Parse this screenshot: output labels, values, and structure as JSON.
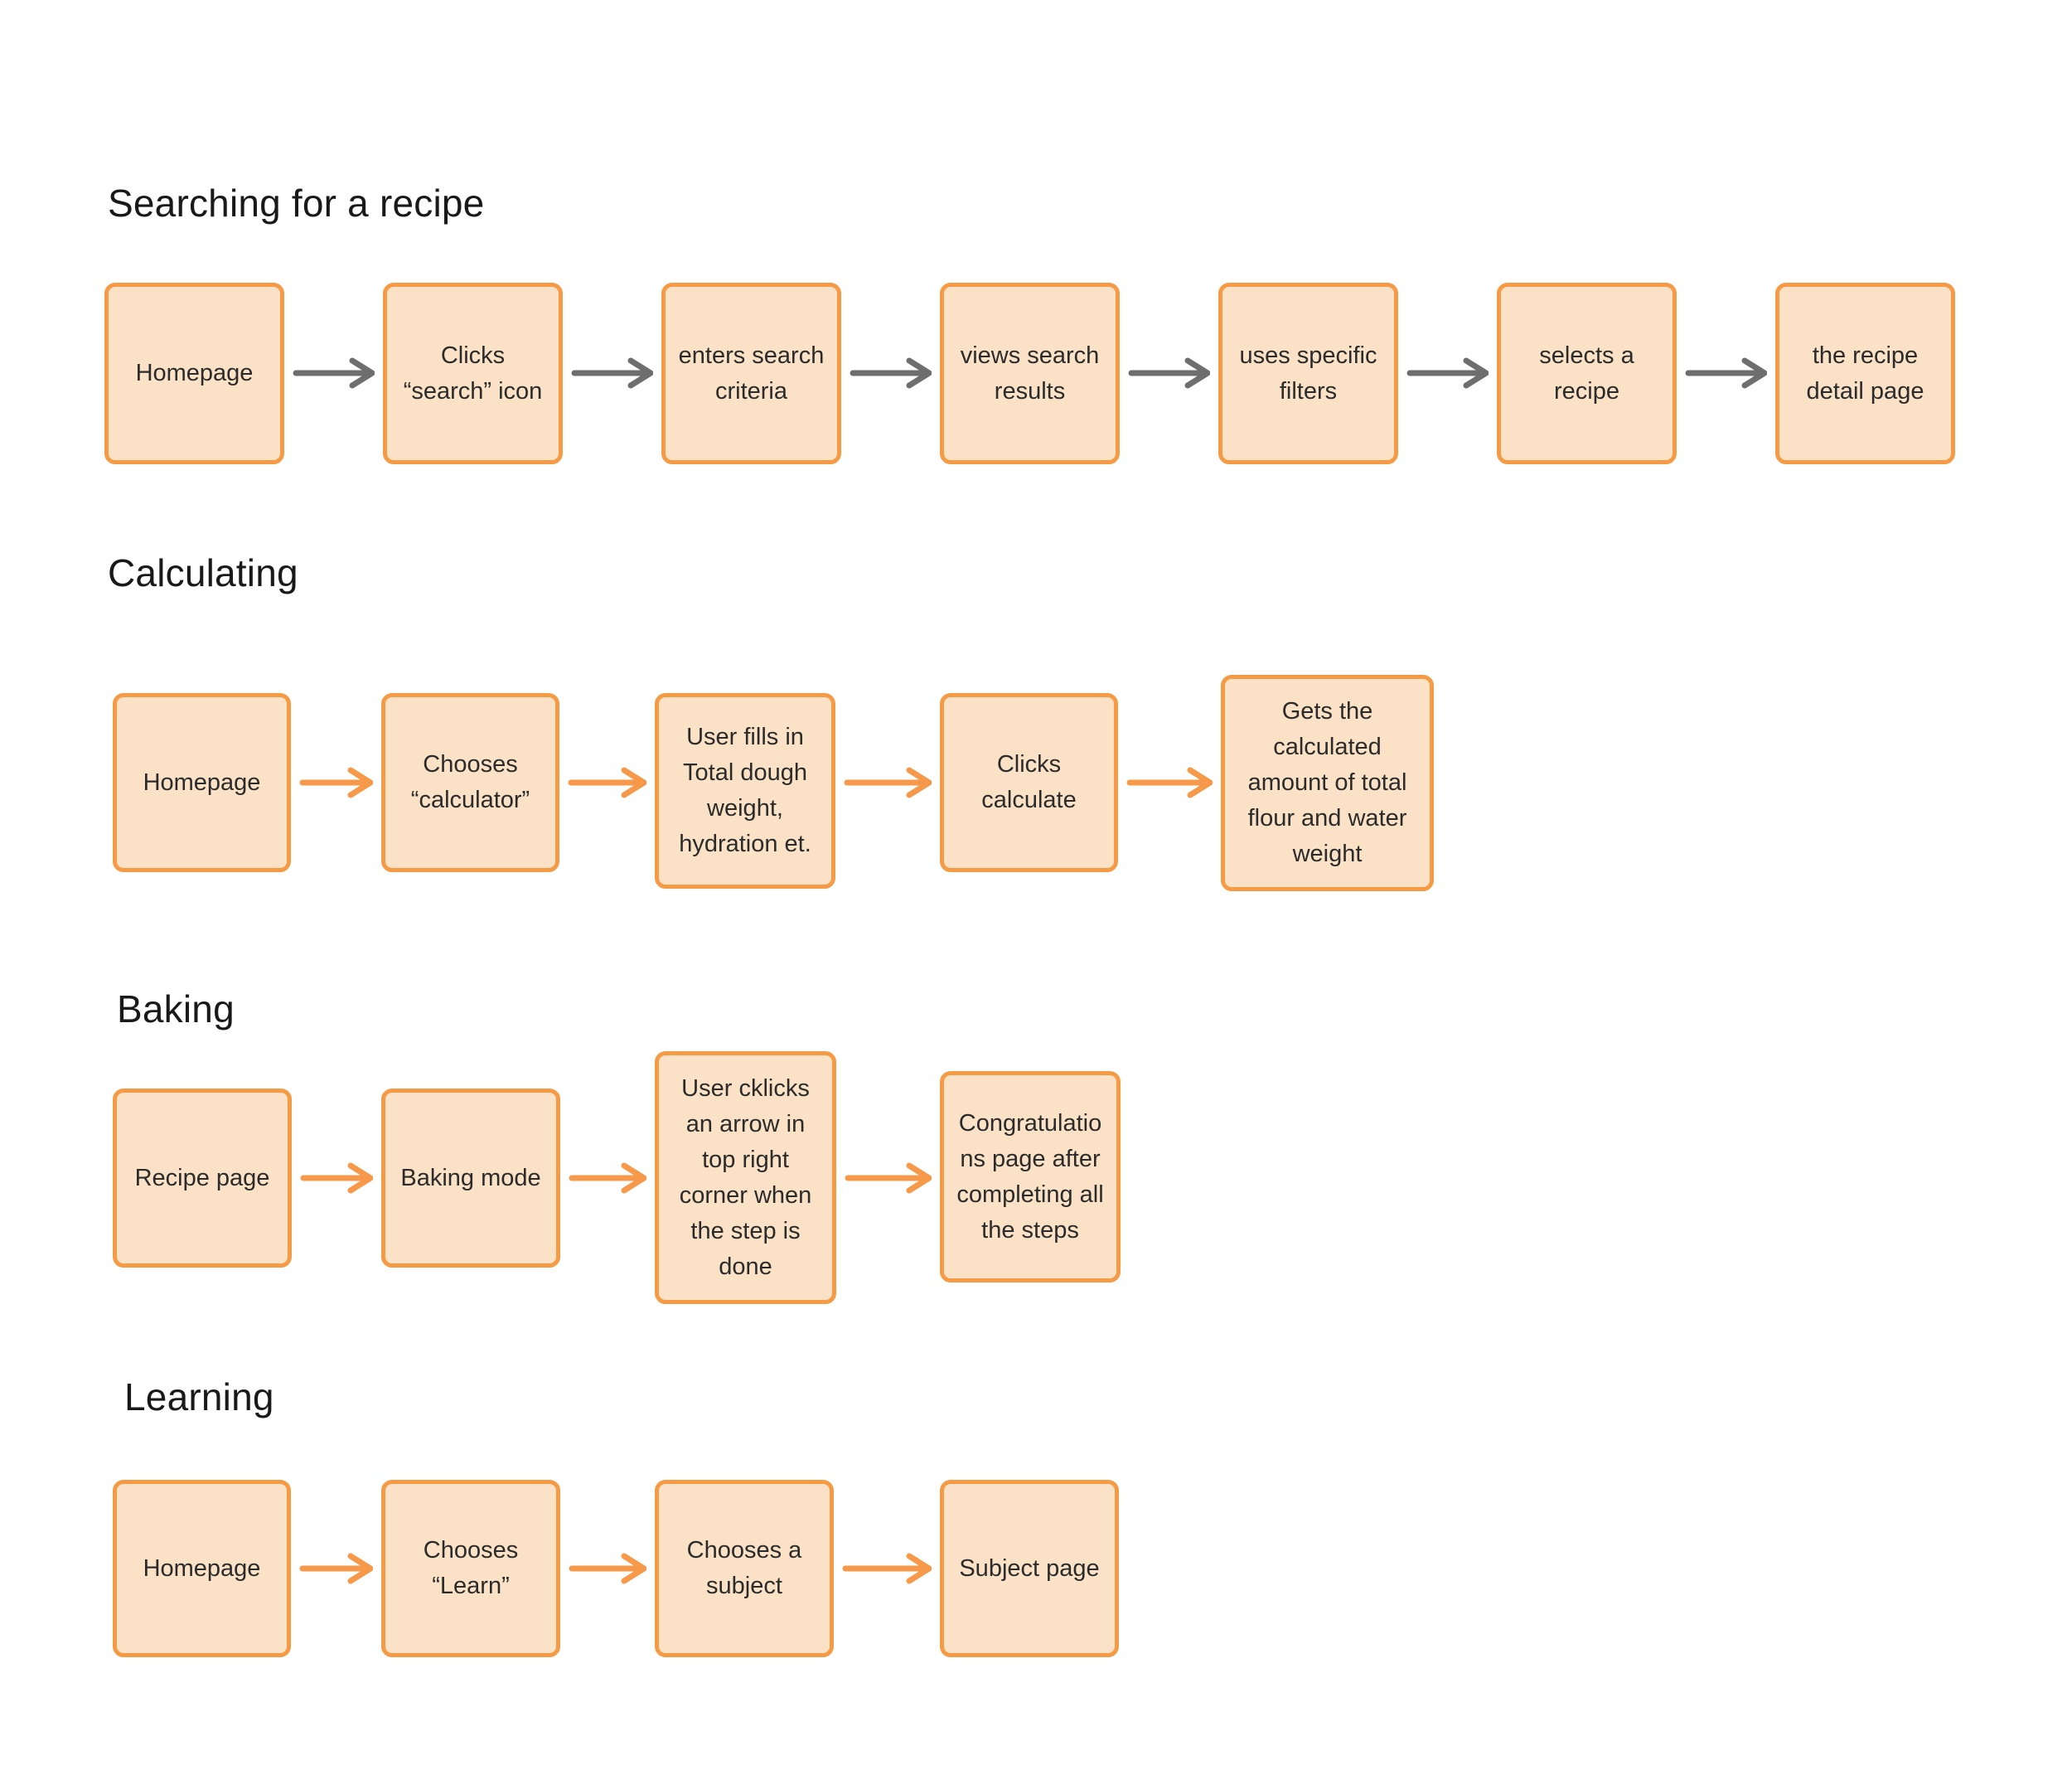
{
  "theme": {
    "background": "#FFFFFF",
    "box_fill": "#FBE2C6",
    "box_border": "#F59B45",
    "arrow_gray": "#6E6E6E",
    "arrow_orange": "#F7994A",
    "title_color": "#191919",
    "text_color": "#2B2B2B"
  },
  "sections": [
    {
      "title": "Searching for a recipe",
      "arrow_style": "gray",
      "steps": [
        "Homepage",
        "Clicks “search” icon",
        "enters search criteria",
        "views search results",
        "uses specific filters",
        "selects a recipe",
        "the recipe detail page"
      ]
    },
    {
      "title": "Calculating",
      "arrow_style": "orange",
      "steps": [
        "Homepage",
        "Chooses “calculator”",
        "User fills in Total dough weight, hydration et.",
        "Clicks calculate",
        "Gets the calculated amount of total flour and water weight"
      ]
    },
    {
      "title": "Baking",
      "arrow_style": "orange",
      "steps": [
        "Recipe page",
        "Baking mode",
        "User cklicks an arrow in top right corner when the step is done",
        "Congratulations page after completing all the steps"
      ]
    },
    {
      "title": "Learning",
      "arrow_style": "orange",
      "steps": [
        "Homepage",
        "Chooses “Learn”",
        "Chooses a subject",
        "Subject page"
      ]
    }
  ]
}
